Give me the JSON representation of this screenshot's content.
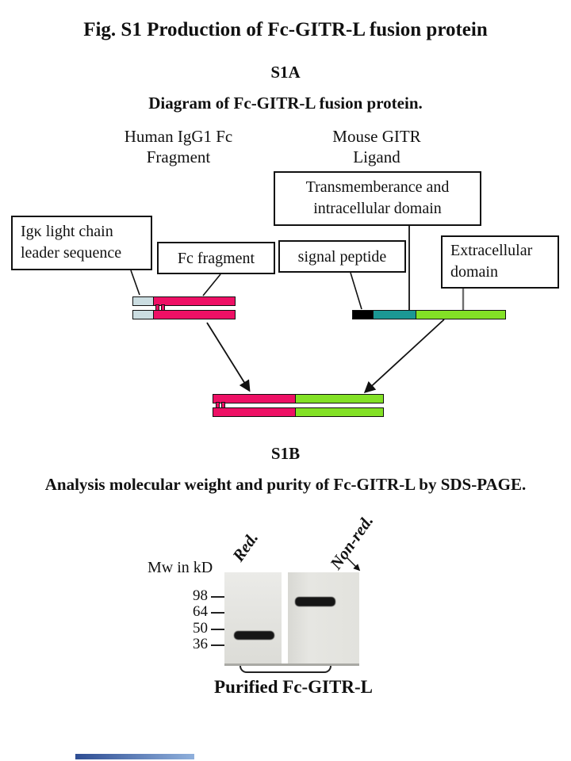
{
  "title": "Fig. S1 Production of Fc-GITR-L fusion protein",
  "s1a": {
    "label": "S1A",
    "heading": "Diagram of Fc-GITR-L fusion protein.",
    "left_construct": {
      "line1": "Human IgG1 Fc",
      "line2": "Fragment"
    },
    "right_construct": {
      "line1": "Mouse GITR",
      "line2": "Ligand"
    },
    "callouts": {
      "transmembrane": {
        "line1": "Transmemberance and",
        "line2": "intracellular domain"
      },
      "igk": {
        "line1": "Igκ light chain",
        "line2": "leader sequence"
      },
      "fc": "Fc fragment",
      "signal": "signal peptide",
      "extracellular": {
        "line1": "Extracellular",
        "line2": "domain"
      }
    },
    "colors": {
      "leader_sequence": "#CBDDE1",
      "fc_fragment": "#EE1065",
      "signal_peptide": "#000000",
      "transmembrane": "#1B9894",
      "extracellular": "#83E126"
    }
  },
  "s1b": {
    "label": "S1B",
    "heading": "Analysis molecular weight and purity of Fc-GITR-L by SDS-PAGE.",
    "gel": {
      "axis_label": "Mw in kD",
      "lanes": [
        {
          "label": "Red."
        },
        {
          "label": "Non-red."
        }
      ],
      "markers": [
        "98",
        "64",
        "50",
        "36"
      ],
      "caption": "Purified Fc-GITR-L"
    }
  }
}
